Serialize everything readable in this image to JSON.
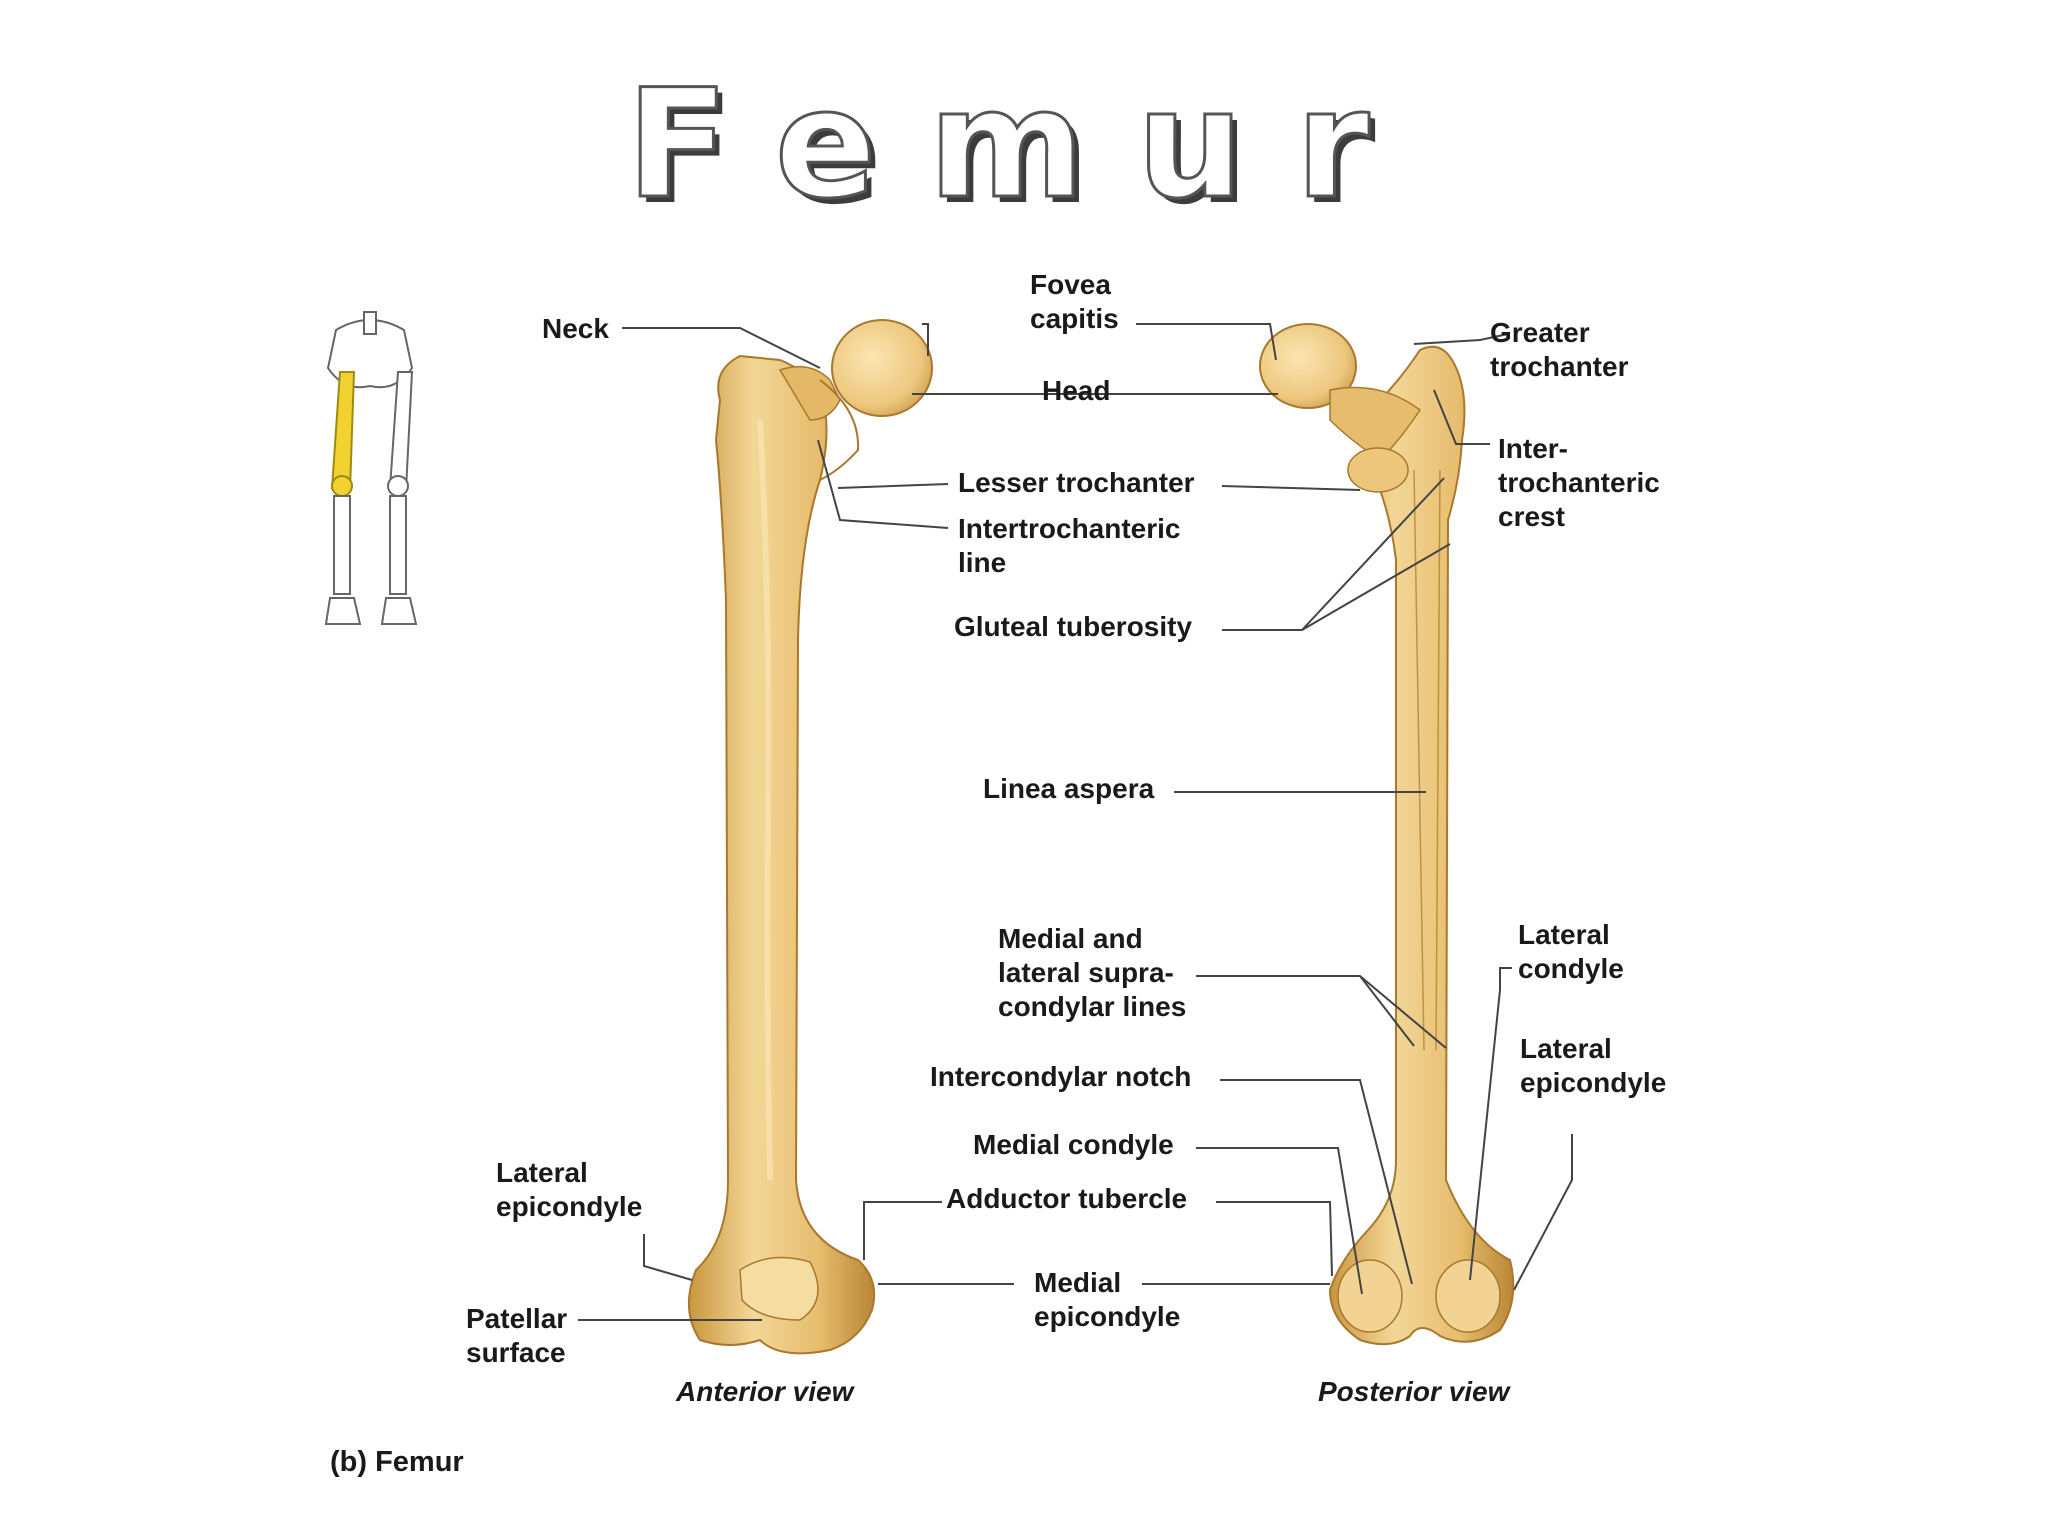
{
  "title": "Femur",
  "caption": "(b) Femur",
  "views": {
    "anterior": "Anterior view",
    "posterior": "Posterior view"
  },
  "labels": {
    "neck": "Neck",
    "fovea_capitis": "Fovea\ncapitis",
    "head": "Head",
    "lesser_trochanter": "Lesser trochanter",
    "intertrochanteric_line": "Intertrochanteric\nline",
    "gluteal_tuberosity": "Gluteal tuberosity",
    "linea_aspera": "Linea aspera",
    "supracondylar_lines": "Medial and\nlateral supra-\ncondylar lines",
    "intercondylar_notch": "Intercondylar notch",
    "medial_condyle": "Medial condyle",
    "adductor_tubercle": "Adductor tubercle",
    "medial_epicondyle": "Medial\nepicondyle",
    "greater_trochanter": "Greater\ntrochanter",
    "intertrochanteric_crest": "Inter-\ntrochanteric\ncrest",
    "lateral_condyle": "Lateral\ncondyle",
    "lateral_epicondyle_posterior": "Lateral\nepicondyle",
    "lateral_epicondyle_anterior": "Lateral\nepicondyle",
    "patellar_surface": "Patellar\nsurface"
  },
  "colors": {
    "bone": "#e8c27a",
    "bone_light": "#f6dea3",
    "bone_dark": "#b98a3c",
    "highlight": "#f2d230",
    "leader": "#444444"
  }
}
